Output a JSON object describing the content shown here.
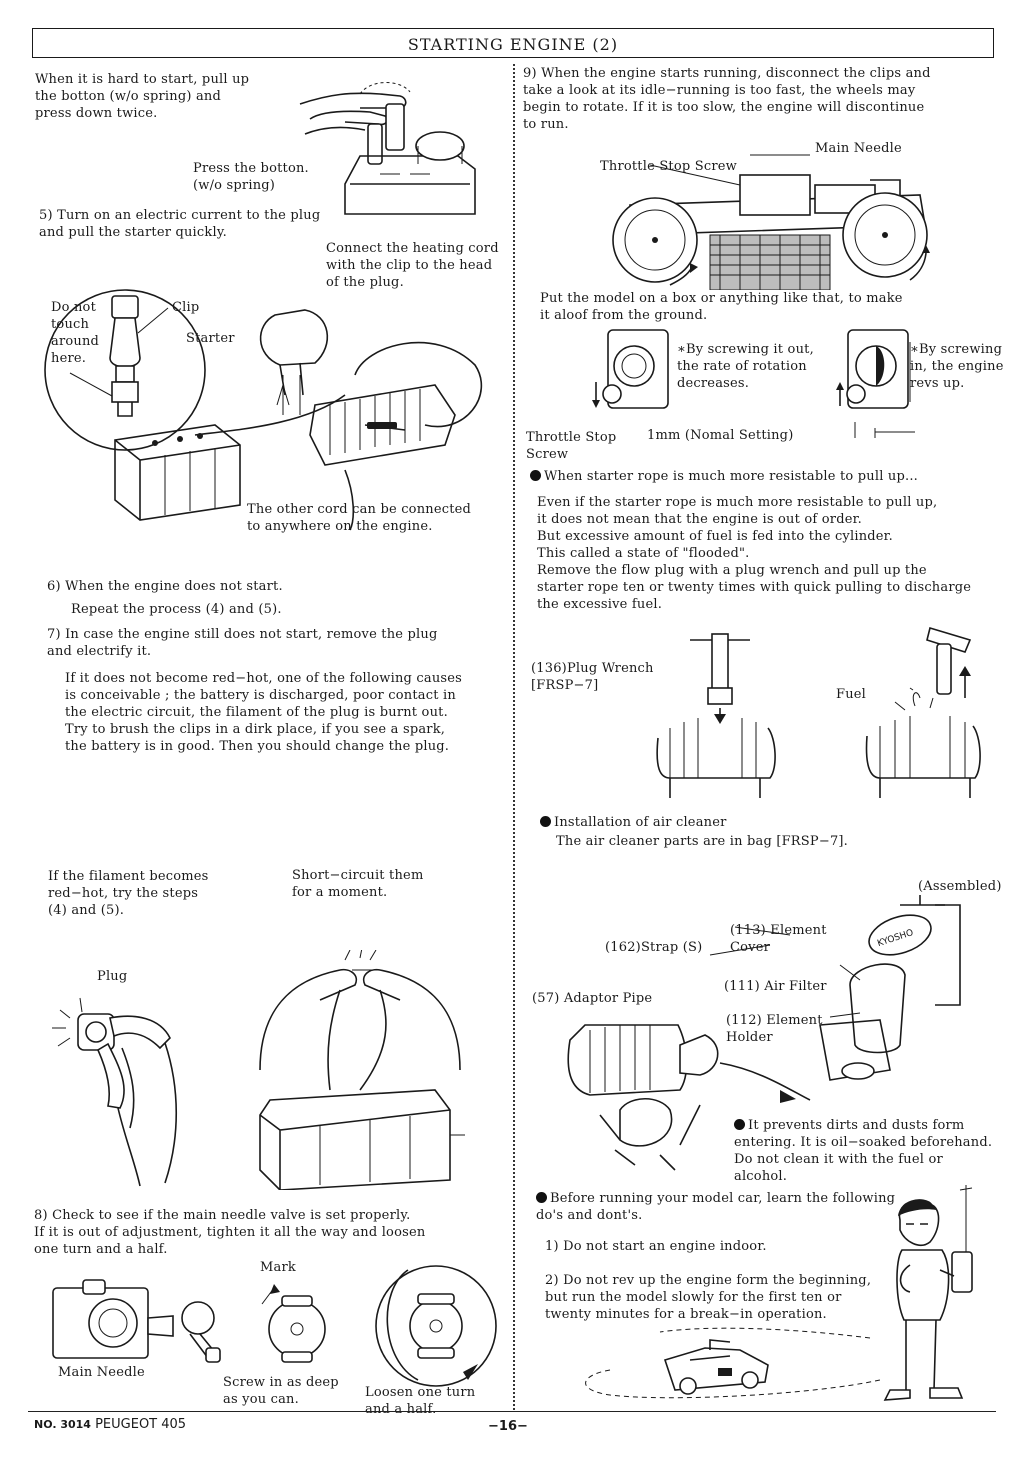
{
  "title": "STARTING ENGINE (2)",
  "left": {
    "hard_start": "When it is hard to start, pull up\nthe botton (w/o spring) and\npress down twice.",
    "press_botton": "Press the botton.\n(w/o spring)",
    "step5": "5) Turn on an electric current to the plug\n    and pull the starter quickly.",
    "heating_cord": "Connect the heating cord\nwith the clip to the head\nof the plug.",
    "do_not_touch": "Do not\ntouch\naround\nhere.",
    "clip": "Clip",
    "starter": "Starter",
    "other_cord": "The other cord can be connected\nto anywhere on the engine.",
    "step6_a": "6) When the engine does not start.",
    "step6_b": "Repeat the process  (4)  and  (5).",
    "step7_a": "7) In case the engine still does not start, remove the plug\n    and electrify it.",
    "step7_b": "If it does not become red−hot, one of the following causes\nis conceivable ;  the battery is discharged, poor contact in\nthe electric circuit, the filament of the plug is burnt out.\nTry to brush the clips in a dirk place, if you see a spark,\nthe battery is in good. Then you should change the plug.",
    "filament": "If the filament becomes\nred−hot, try the steps\n(4)  and  (5).",
    "short_circuit": "Short−circuit them\nfor a moment.",
    "plug": "Plug",
    "step8": "8) Check to see if the main needle valve is set properly.\n    If it is out of adjustment, tighten it all the way and loosen\n    one turn and a half.",
    "mark": "Mark",
    "main_needle": "Main Needle",
    "screw_in": "Screw in as deep\nas you can.",
    "loosen": "Loosen one turn\nand a half."
  },
  "right": {
    "step9": "9) When the engine starts running, disconnect the clips and\n    take a look at its idle−running is too fast, the wheels may\n    begin to rotate. If it is too slow, the engine will discontinue\n    to run.",
    "main_needle": "Main Needle",
    "throttle_stop_screw": "Throttle Stop Screw",
    "put_model": "Put the model on a box or anything like that, to make\nit aloof from the ground.",
    "screw_out": "∗By screwing it out,\n  the rate of rotation\n  decreases.",
    "screw_in": "∗By screwing\nin, the engine\nrevs up.",
    "throttle_stop": "Throttle Stop\nScrew",
    "nomal": "1mm (Nomal Setting)",
    "starter_rope_head": "When starter rope is much more resistable to pull up...",
    "starter_rope_body": "Even if the starter rope is much more resistable to pull up,\nit does not mean that the engine is out of order.\nBut excessive amount of fuel is fed into the cylinder.\nThis called a state of \"flooded\".\nRemove the flow plug with a plug wrench and pull up the\nstarter rope ten or twenty times with quick pulling to discharge\nthe excessive fuel.",
    "plug_wrench": "(136)Plug Wrench\n        [FRSP−7]",
    "fuel": "Fuel",
    "air_cleaner_head": "Installation of air cleaner",
    "air_cleaner_body": "The air cleaner parts are in bag  [FRSP−7].",
    "assembled": "(Assembled)",
    "element_cover": "(113) Element\n        Cover",
    "strap": "(162)Strap (S)",
    "air_filter": "(111) Air Filter",
    "adaptor_pipe": "(57) Adaptor Pipe",
    "element_holder": "(112) Element\n          Holder",
    "dirts": "It prevents dirts and dusts form\nentering. It is oil−soaked beforehand.\nDo not clean it with the fuel or\nalcohol.",
    "before_running": "Before running your model car, learn the following\ndo's and dont's.",
    "rule1": "1)  Do not start an engine indoor.",
    "rule2": "2)  Do not rev up the engine form the beginning,\n     but run the model slowly for the first ten or\n     twenty minutes for a break−in operation.",
    "filter_logo": "KYOSHO"
  },
  "footer": {
    "model_no": "NO. 3014",
    "model_name": "PEUGEOT  405",
    "page": "−16−"
  }
}
